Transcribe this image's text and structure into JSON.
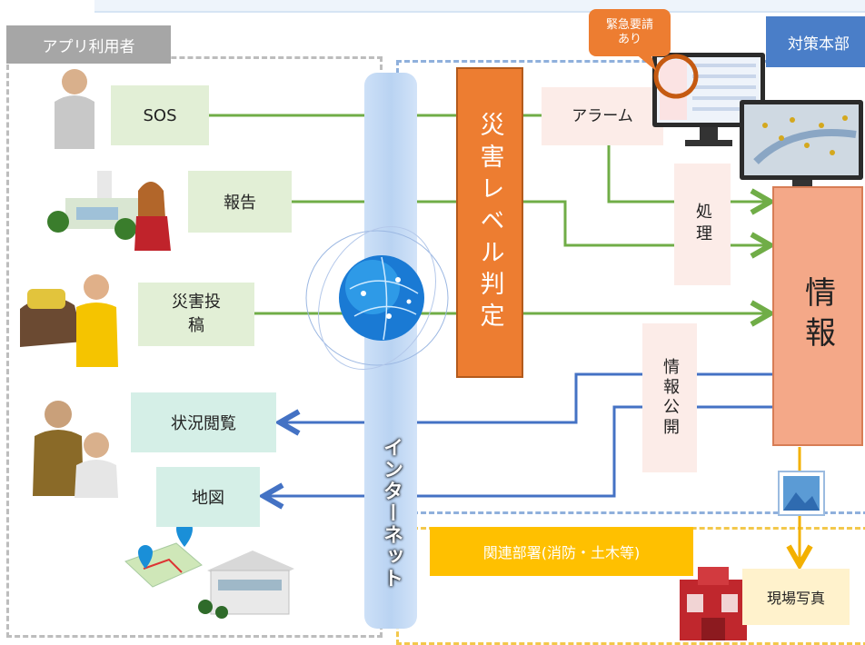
{
  "groups": {
    "users": "アプリ利用者",
    "hq": "対策本部",
    "related": "関連部署(消防・土木等)"
  },
  "inputs": [
    {
      "label": "SOS"
    },
    {
      "label": "報告"
    },
    {
      "label": "災害投\n稿"
    }
  ],
  "outputs": [
    {
      "label": "状況閲覧"
    },
    {
      "label": "地図"
    }
  ],
  "internet": "インターネット",
  "disaster_level": "災害レベル判定",
  "alarm": "アラーム",
  "processing": "処理",
  "info": "情報",
  "publish": "情報公開",
  "emergency_callout": "緊急要請\nあり",
  "site_photo": "現場写真",
  "colors": {
    "green_line": "#70ad47",
    "blue_line": "#4472c4",
    "orange": "#ed7d31",
    "yellow": "#ffc000"
  }
}
